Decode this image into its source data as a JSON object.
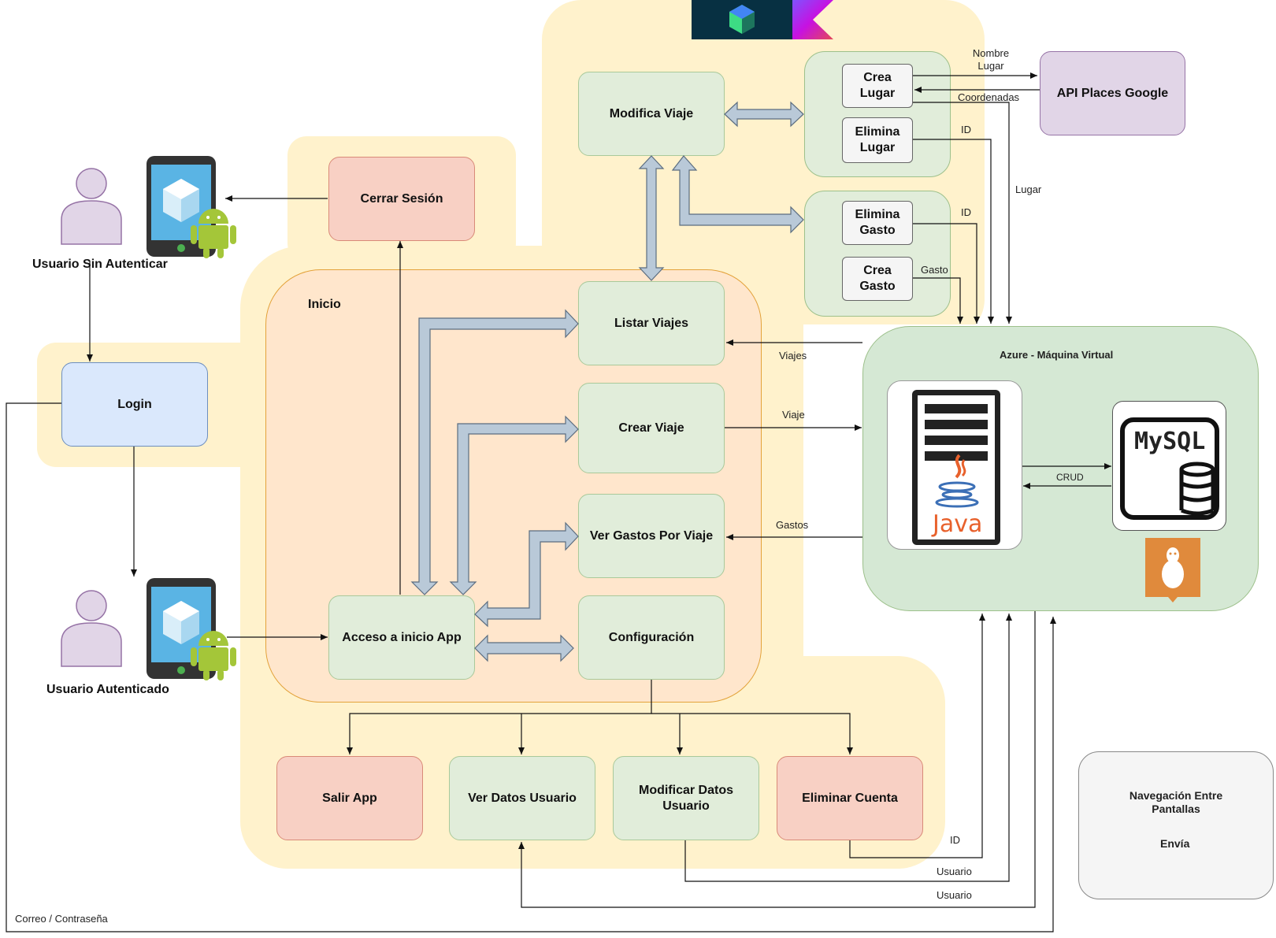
{
  "nodes": {
    "modifica_viaje": "Modifica Viaje",
    "crea_lugar": "Crea Lugar",
    "elimina_lugar": "Elimina Lugar",
    "elimina_gasto": "Elimina Gasto",
    "crea_gasto": "Crea Gasto",
    "api_places": "API Places Google",
    "cerrar_sesion": "Cerrar Sesión",
    "inicio": "Inicio",
    "listar_viajes": "Listar Viajes",
    "crear_viaje": "Crear Viaje",
    "ver_gastos": "Ver Gastos Por Viaje",
    "configuracion": "Configuración",
    "acceso_inicio": "Acceso a inicio App",
    "login": "Login",
    "salir_app": "Salir App",
    "ver_datos": "Ver Datos Usuario",
    "modificar_datos": "Modificar Datos Usuario",
    "eliminar_cuenta": "Eliminar Cuenta",
    "azure": "Azure - Máquina Virtual",
    "java_text": "Java",
    "mysql_text": "MySQL"
  },
  "actors": {
    "unauth": "Usuario Sin Autenticar",
    "auth": "Usuario Autenticado"
  },
  "edge_labels": {
    "nombre_lugar": "Nombre Lugar",
    "coordenadas": "Coordenadas",
    "id_lugar": "ID",
    "lugar": "Lugar",
    "id_gasto": "ID",
    "gasto": "Gasto",
    "viajes": "Viajes",
    "viaje": "Viaje",
    "gastos": "Gastos",
    "crud": "CRUD",
    "id_cuenta": "ID",
    "usuario_mod": "Usuario",
    "usuario_ver": "Usuario",
    "correo": "Correo / Contraseña"
  },
  "legend": {
    "nav": "Navegación Entre Pantallas",
    "envia": "Envía"
  },
  "icons": [
    "jetpack-compose-icon",
    "kotlin-icon",
    "user-icon",
    "phone-icon",
    "android-icon",
    "server-icon",
    "java-icon",
    "mysql-icon",
    "linux-icon"
  ],
  "colors": {
    "region": "#fff2cc",
    "inicio": "#ffe6cc",
    "green": "#d5e8d4",
    "red": "#f8d0c4",
    "blue": "#dae8fc",
    "purple": "#e1d5e7",
    "nav_arrow": "#b9c9d8"
  }
}
